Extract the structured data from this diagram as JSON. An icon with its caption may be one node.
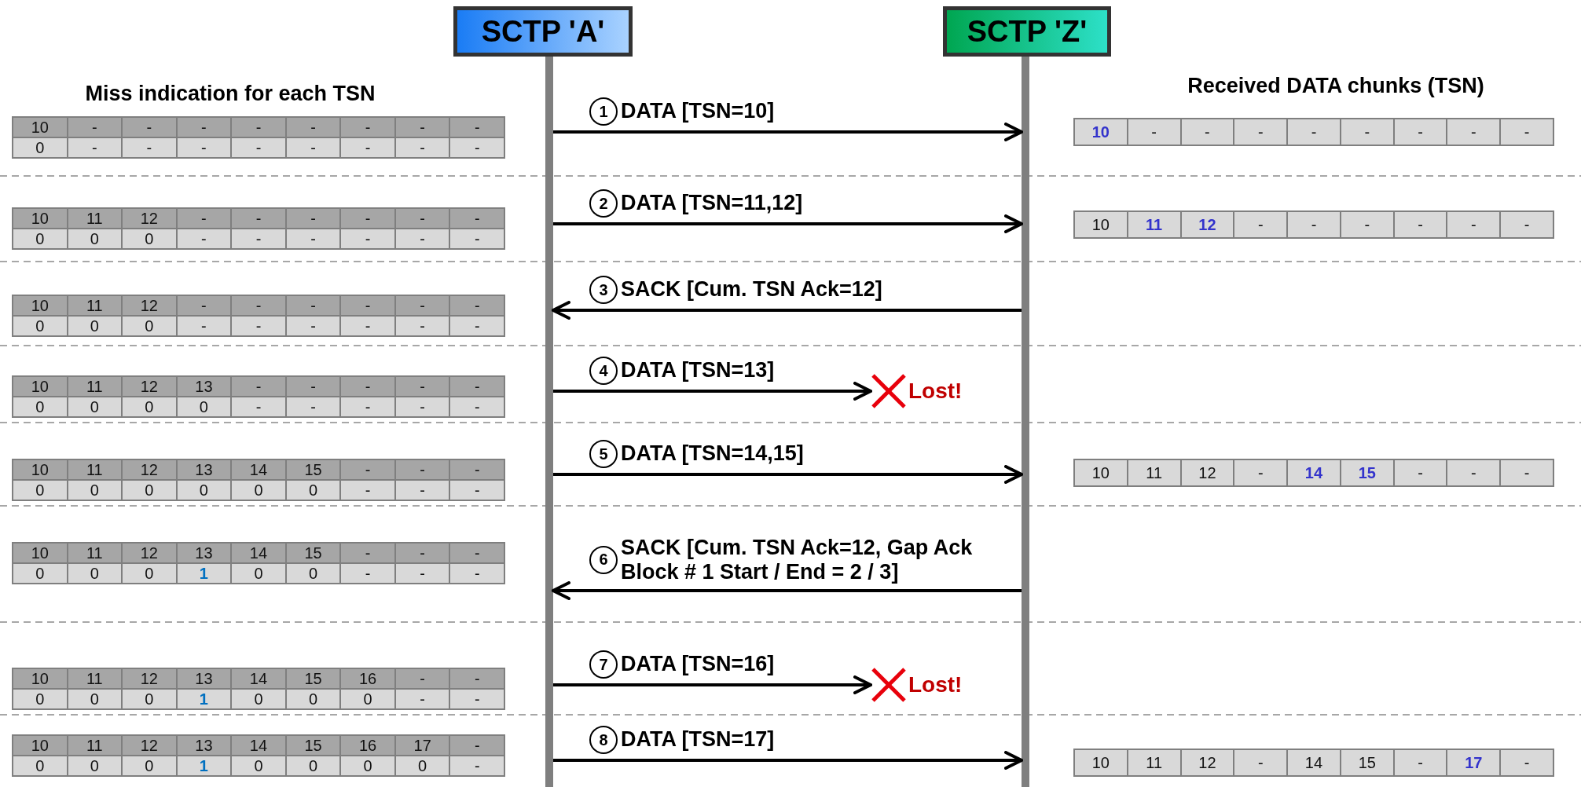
{
  "diagram": {
    "nodes": [
      {
        "text": [
          "SCTP 'A'"
        ]
      },
      {
        "text": [
          "SCTP 'Z'"
        ]
      },
      {
        "text": [
          "Lost!"
        ]
      },
      {
        "text": [
          "Lost!"
        ]
      }
    ],
    "edges": [
      {
        "from": 0,
        "to": 1,
        "arrow": "to",
        "label": "DATA [TSN=10]"
      },
      {
        "from": 0,
        "to": 1,
        "arrow": "to",
        "label": "DATA [TSN=11,12]"
      },
      {
        "from": 1,
        "to": 0,
        "arrow": "to",
        "label": "SACK [Cum. TSN Ack=12]"
      },
      {
        "from": 0,
        "to": 2,
        "arrow": "to",
        "label": "DATA [TSN=13]"
      },
      {
        "from": 0,
        "to": 1,
        "arrow": "to",
        "label": "DATA [TSN=14,15]"
      },
      {
        "from": 1,
        "to": 0,
        "arrow": "to",
        "label": "SACK [Cum. TSN Ack=12, Gap Ack Block # 1 Start / End = 2 / 3]"
      },
      {
        "from": 0,
        "to": 3,
        "arrow": "to",
        "label": "DATA [TSN=16]"
      },
      {
        "from": 0,
        "to": 1,
        "arrow": "to",
        "label": "DATA [TSN=17]"
      }
    ],
    "labels": [
      "Miss indication for each TSN",
      "Received DATA chunks (TSN)",
      "1",
      "10",
      "-",
      "-",
      "-",
      "-",
      "-",
      "-",
      "-",
      "-",
      "0",
      "-",
      "-",
      "-",
      "-",
      "-",
      "-",
      "-",
      "-",
      "10",
      "-",
      "-",
      "-",
      "-",
      "-",
      "-",
      "-",
      "-",
      "2",
      "10",
      "11",
      "12",
      "-",
      "-",
      "-",
      "-",
      "-",
      "-",
      "0",
      "0",
      "0",
      "-",
      "-",
      "-",
      "-",
      "-",
      "-",
      "10",
      "11",
      "12",
      "-",
      "-",
      "-",
      "-",
      "-",
      "-",
      "3",
      "10",
      "11",
      "12",
      "-",
      "-",
      "-",
      "-",
      "-",
      "-",
      "0",
      "0",
      "0",
      "-",
      "-",
      "-",
      "-",
      "-",
      "-",
      "4",
      "10",
      "11",
      "12",
      "13",
      "-",
      "-",
      "-",
      "-",
      "-",
      "0",
      "0",
      "0",
      "0",
      "-",
      "-",
      "-",
      "-",
      "-",
      "5",
      "10",
      "11",
      "12",
      "13",
      "14",
      "15",
      "-",
      "-",
      "-",
      "0",
      "0",
      "0",
      "0",
      "0",
      "0",
      "-",
      "-",
      "-",
      "10",
      "11",
      "12",
      "-",
      "14",
      "15",
      "-",
      "-",
      "-",
      "6",
      "10",
      "11",
      "12",
      "13",
      "14",
      "15",
      "-",
      "-",
      "-",
      "0",
      "0",
      "0",
      "1",
      "0",
      "0",
      "-",
      "-",
      "-",
      "7",
      "10",
      "11",
      "12",
      "13",
      "14",
      "15",
      "16",
      "-",
      "-",
      "0",
      "0",
      "0",
      "1",
      "0",
      "0",
      "0",
      "-",
      "-",
      "8",
      "10",
      "11",
      "12",
      "13",
      "14",
      "15",
      "16",
      "17",
      "-",
      "0",
      "0",
      "0",
      "1",
      "0",
      "0",
      "0",
      "0",
      "-",
      "10",
      "11",
      "12",
      "-",
      "14",
      "15",
      "-",
      "17",
      "-"
    ]
  }
}
